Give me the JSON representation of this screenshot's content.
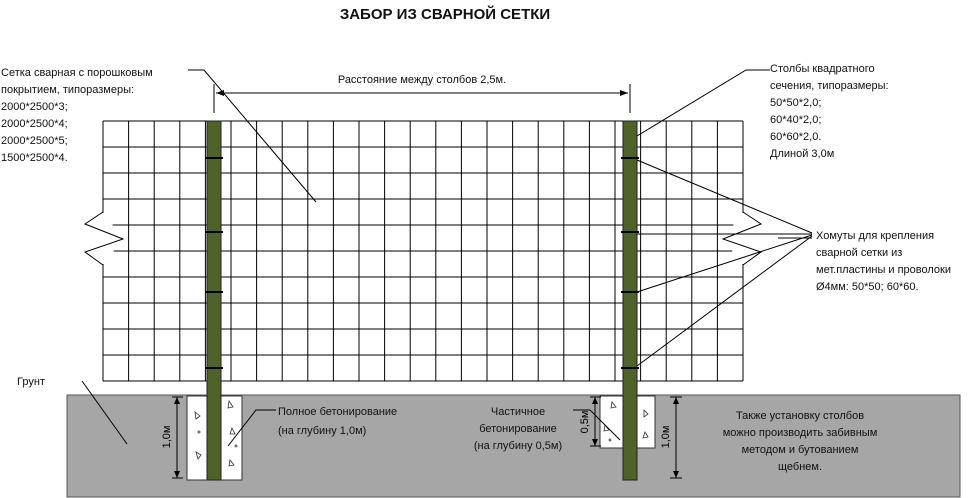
{
  "title": "ЗАБОР ИЗ СВАРНОЙ СЕТКИ",
  "mesh_label": {
    "lines": [
      "Сетка сварная с порошковым",
      "покрытием, типоразмеры:",
      "2000*2500*3;",
      "2000*2500*4;",
      "2000*2500*5;",
      "1500*2500*4."
    ]
  },
  "distance_label": "Расстояние между столбов 2,5м.",
  "posts_label": {
    "lines": [
      "Столбы квадратного",
      "сечения, типоразмеры:",
      "50*50*2,0;",
      "60*40*2,0;",
      "60*60*2,0.",
      "Длиной 3,0м"
    ]
  },
  "clamps_label": {
    "lines": [
      "Хомуты для крепления",
      "сварной сетки из",
      "мет.пластины и  проволоки",
      "Ø4мм: 50*50; 60*60."
    ]
  },
  "ground_label": "Грунт",
  "full_concrete": {
    "lines": [
      "Полное бетонирование",
      "(на глубину 1,0м)"
    ],
    "depth": "1,0м"
  },
  "partial_concrete": {
    "lines": [
      "Частичное",
      "бетонирование",
      "(на глубину 0,5м)"
    ],
    "depth_post": "0,5м",
    "depth_hole": "1,0м"
  },
  "alt_install": {
    "lines": [
      "Также установку столбов",
      "можно производить забивным",
      "методом и бутованием",
      "щебнем."
    ]
  },
  "colors": {
    "post": "#4f6228",
    "ground": "#a6a6a6",
    "concrete": "#ffffff",
    "line": "#000000"
  }
}
